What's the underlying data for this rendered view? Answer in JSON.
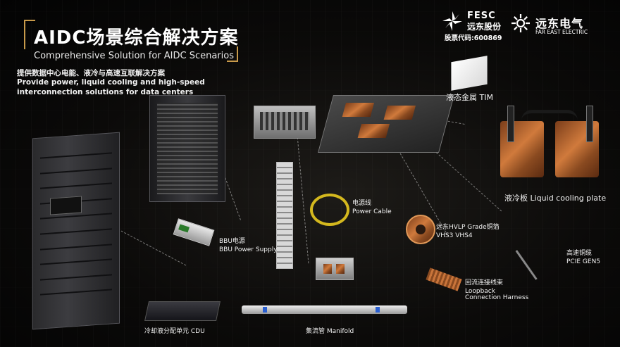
{
  "header": {
    "title_cn": "AIDC场景综合解决方案",
    "title_en": "Comprehensive Solution for AIDC Scenarios",
    "subtitle_cn": "提供数据中心电能、液冷与高速互联解决方案",
    "subtitle_en": "Provide power, liquid cooling and high-speed interconnection solutions for data centers"
  },
  "logos": {
    "fesc_name": "FESC",
    "fesc_cn": "远东股份",
    "fesc_stock": "股票代码:600869",
    "fe_cn": "远东电气",
    "fe_en": "FAR EAST ELECTRIC"
  },
  "labels": {
    "tim": "液态金属 TIM",
    "cold_plate": "液冷板 Liquid cooling plate",
    "power_cable_cn": "电源线",
    "power_cable_en": "Power Cable",
    "bbu_cn": "BBU电源",
    "bbu_en": "BBU Power Supply",
    "foil_cn": "远东HVLP Grade铜箔",
    "foil_en": "VHS3 VHS4",
    "pcie_cn": "高速铜缆",
    "pcie_en": "PCIE GEN5",
    "loopback_cn": "回流连接线束",
    "loopback_en1": "Loopback",
    "loopback_en2": "Connection Harness",
    "cdu": "冷却液分配单元 CDU",
    "manifold": "集流管 Manifold"
  },
  "colors": {
    "accent": "#c89a4a",
    "copper": "#c8743a"
  }
}
